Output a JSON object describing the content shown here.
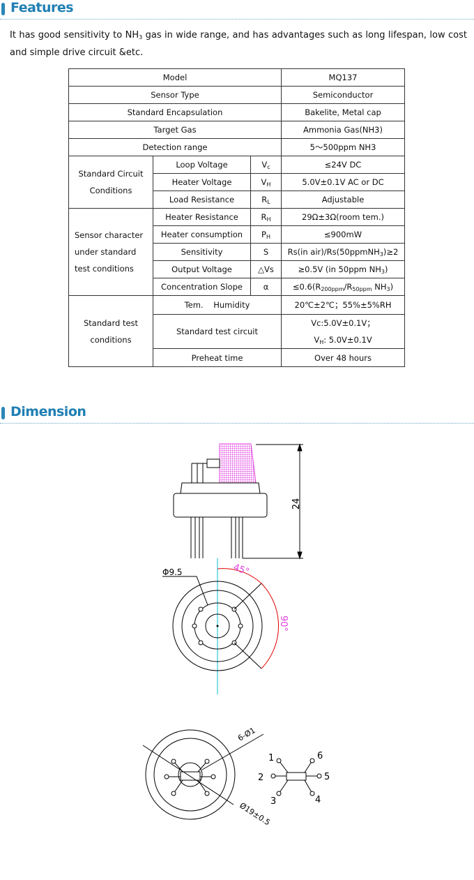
{
  "features": {
    "title": "Features",
    "intro_pre": "It has good sensitivity to NH",
    "intro_sub": "3",
    "intro_post": " gas in wide range, and has advantages such as long lifespan, low cost and simple drive circuit &etc."
  },
  "table": {
    "model_label": "Model",
    "model_value": "MQ137",
    "type_label": "Sensor Type",
    "type_value": "Semiconductor",
    "encap_label": "Standard Encapsulation",
    "encap_value": "Bakelite, Metal cap",
    "gas_label": "Target Gas",
    "gas_value": "Ammonia Gas(NH3)",
    "range_label": "Detection range",
    "range_value": "5～500ppm NH3",
    "circuit_group": "Standard Circuit Conditions",
    "loop": {
      "label": "Loop Voltage",
      "sym": "V",
      "sub": "c",
      "value": "≤24V DC"
    },
    "heater_v": {
      "label": "Heater Voltage",
      "sym": "V",
      "sub": "H",
      "value": "5.0V±0.1V AC or DC"
    },
    "load": {
      "label": "Load Resistance",
      "sym": "R",
      "sub": "L",
      "value": "Adjustable"
    },
    "char_group": "Sensor character under standard test conditions",
    "heater_r": {
      "label": "Heater Resistance",
      "sym": "R",
      "sub": "H",
      "value": "29Ω±3Ω(room tem.)"
    },
    "consumption": {
      "label": "Heater consumption",
      "sym": "P",
      "sub": "H",
      "value": "≤900mW"
    },
    "sensitivity": {
      "label": "Sensitivity",
      "sym": "S",
      "value_pre": "Rs(in air)/Rs(50ppmNH",
      "value_sub": "3",
      "value_post": ")≥2"
    },
    "output": {
      "label": "Output Voltage",
      "sym": "△Vs",
      "value_pre": "≥0.5V (in 50ppm NH",
      "value_sub": "3",
      "value_post": ")"
    },
    "slope": {
      "label": "Concentration Slope",
      "sym": "α",
      "v1": "≤0.6(R",
      "s1": "200ppm",
      "v2": "/R",
      "s2": "50ppm",
      "v3": " NH",
      "s3": "3",
      "v4": ")"
    },
    "test_group": "Standard test conditions",
    "temp": {
      "label": "Tem.    Humidity",
      "value": "20℃±2℃；55%±5%RH"
    },
    "test_circuit": {
      "label": "Standard test circuit",
      "line1": "Vc:5.0V±0.1V；",
      "line2_sym": "V",
      "line2_sub": "H",
      "line2_post": ": 5.0V±0.1V"
    },
    "preheat": {
      "label": "Preheat time",
      "value": "Over 48 hours"
    }
  },
  "dimension": {
    "title": "Dimension",
    "height": "24",
    "phi": "Φ9.5",
    "angle45": "45°",
    "angle90": "90°",
    "pins": "6-Ø1",
    "diameter": "Ø19±0.5",
    "pin_labels": [
      "1",
      "2",
      "3",
      "4",
      "5",
      "6"
    ]
  },
  "colors": {
    "accent": "#1f7fb3",
    "mesh": "#e040e0",
    "axis": "#00c0d0",
    "arc": "#e00000"
  }
}
